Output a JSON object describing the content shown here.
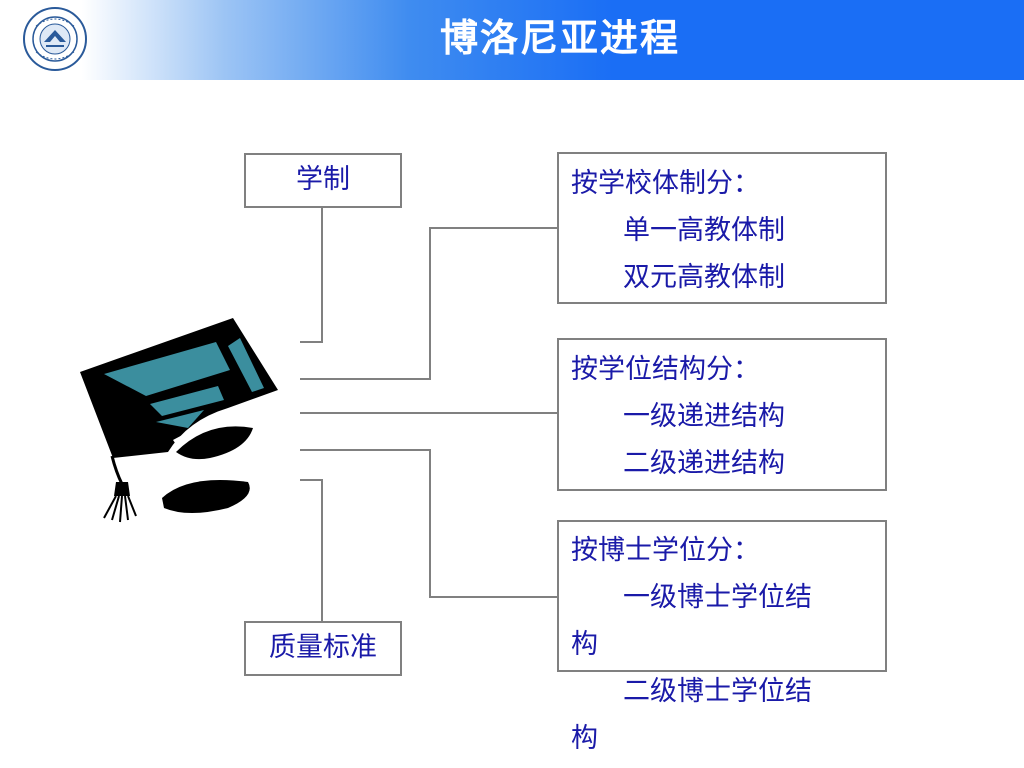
{
  "header": {
    "title": "博洛尼亚进程",
    "logo_icon": "university-seal-icon"
  },
  "colors": {
    "header_blue": "#1a6ef5",
    "text_blue": "#1a1aa8",
    "box_border": "#808080",
    "cap_black": "#000000",
    "cap_teal": "#3b8e9e"
  },
  "left_boxes": {
    "top": "学制",
    "bottom": "质量标准"
  },
  "center_icon": "graduation-cap-icon",
  "right_boxes": [
    {
      "heading": "按学校体制分：",
      "items": [
        "单一高教体制",
        "双元高教体制"
      ]
    },
    {
      "heading": "按学位结构分：",
      "items": [
        "一级递进结构",
        "二级递进结构"
      ]
    },
    {
      "heading": "按博士学位分：",
      "items_wrapped": [
        {
          "first": "一级博士学位结",
          "rest": "构"
        },
        {
          "first": "二级博士学位结",
          "rest": "构"
        }
      ]
    }
  ]
}
